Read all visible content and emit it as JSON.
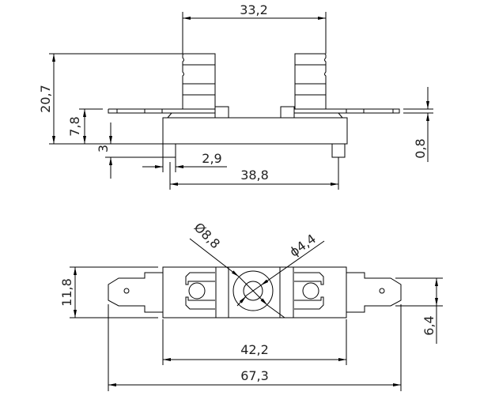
{
  "drawing": {
    "side_view": {
      "dimensions": {
        "terminal_spacing": "33,2",
        "total_height": "20,7",
        "flange_height": "7,8",
        "pin_height": "3",
        "pin_width": "2,9",
        "pin_spacing": "38,8",
        "flange_thickness": "0,8"
      }
    },
    "top_view": {
      "dimensions": {
        "outer_diameter": "Ø8,8",
        "inner_diameter": "ϕ4,4",
        "body_width": "11,8",
        "tab_width": "6,4",
        "body_length": "42,2",
        "overall_length": "67,3"
      }
    }
  }
}
